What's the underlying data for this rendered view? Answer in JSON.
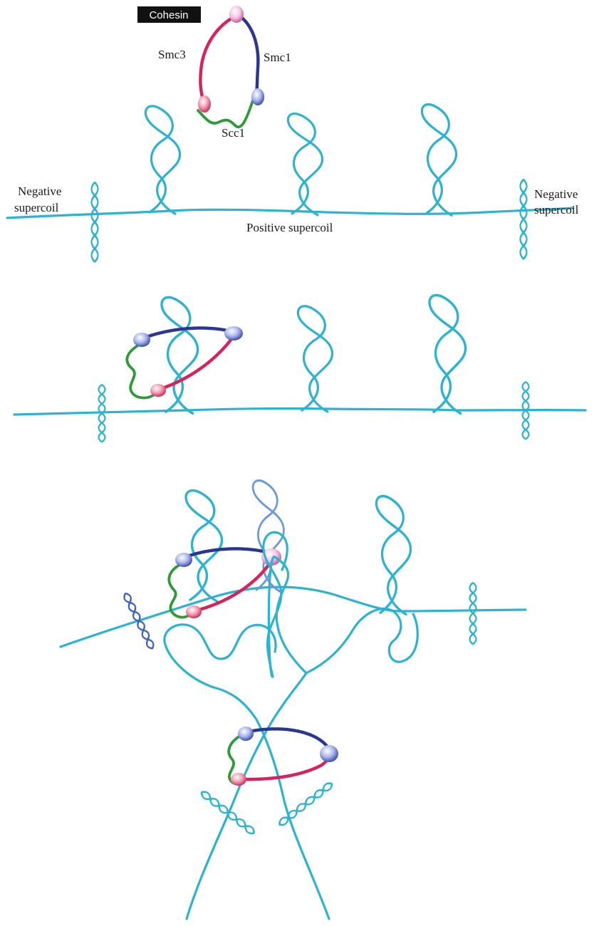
{
  "colors": {
    "dna": "#2cb3cf",
    "dna_light": "#6a9ad8",
    "plectoneme_blue": "#3e62c4",
    "smc1": "#2b3592",
    "smc3": "#d5245c",
    "scc1": "#2e9a3a",
    "head_pink": "#f7c6e4",
    "head_blue": "#8f9fde",
    "tag_background": "#111111"
  },
  "labels": {
    "cohesin": "Cohesin",
    "smc3": "Smc3",
    "smc1": "Smc1",
    "scc1": "Scc1",
    "negative_left_line1": "Negative",
    "negative_left_line2": "supercoil",
    "negative_right_line1": "Negative",
    "negative_right_line2": "supercoil",
    "positive": "Positive supercoil"
  },
  "panels": [
    {
      "step": 1,
      "content": "cohesin complex shown separately above DNA with three loops"
    },
    {
      "step": 2,
      "content": "cohesin ring embracing first DNA loop"
    },
    {
      "step": 3,
      "content": "cohesin ring embracing two DNA loops, chromatin bent"
    },
    {
      "step": 4,
      "content": "cohesin ring holding two DNA strands at crossing"
    }
  ],
  "icons": [
    "coiled-coil-arm",
    "atpase-head",
    "kleisin-subunit",
    "plectoneme-helix"
  ]
}
